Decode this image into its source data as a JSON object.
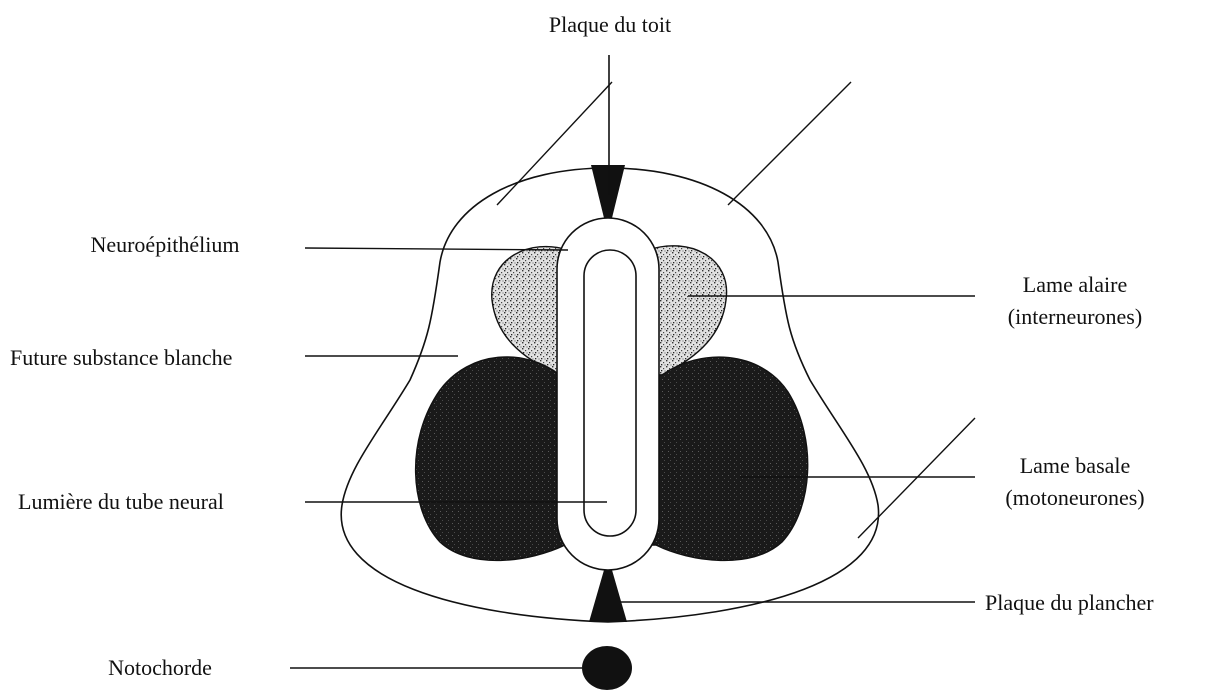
{
  "labels": {
    "roof_plate": "Plaque du toit",
    "neuroepithelium": "Neuroépithélium",
    "alar_plate_line1": "Lame alaire",
    "alar_plate_line2": "(interneurones)",
    "white_matter": "Future substance blanche",
    "basal_plate_line1": "Lame basale",
    "basal_plate_line2": "(motoneurones)",
    "lumen": "Lumière du tube neural",
    "floor_plate": "Plaque du plancher",
    "notochord": "Notochorde"
  },
  "colors": {
    "ink": "#111111",
    "background": "#ffffff",
    "alar_fill": "#d9d9d9",
    "basal_fill": "#1c1c1c"
  }
}
